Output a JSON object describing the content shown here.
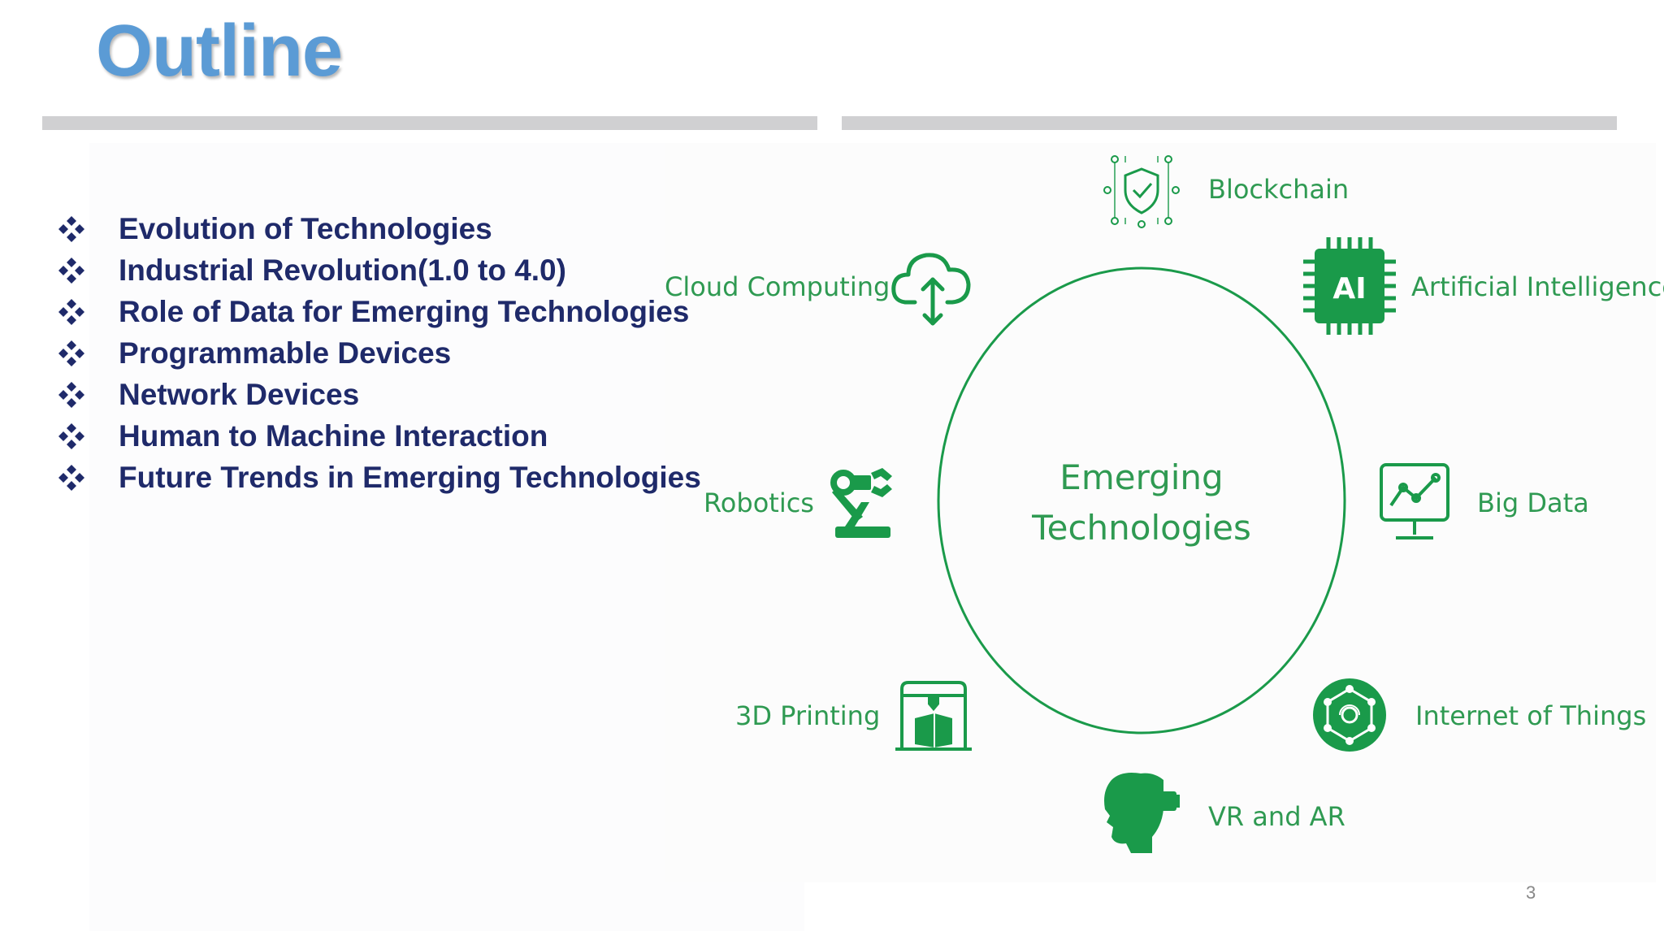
{
  "slide": {
    "title": "Outline",
    "page_number": "3"
  },
  "outline": {
    "items": [
      "Evolution of Technologies",
      "Industrial Revolution(1.0 to 4.0)",
      "Role of Data for Emerging Technologies",
      "Programmable Devices",
      "Network Devices",
      "Human to Machine Interaction",
      "Future Trends in Emerging Technologies"
    ]
  },
  "diagram": {
    "center_line1": "Emerging",
    "center_line2": "Technologies",
    "nodes": {
      "blockchain": "Blockchain",
      "ai": "Artificial Intelligence",
      "ai_chip_text": "AI",
      "big_data": "Big Data",
      "iot": "Internet of Things",
      "vr_ar": "VR and AR",
      "printing": "3D Printing",
      "robotics": "Robotics",
      "cloud": "Cloud Computing"
    },
    "icon_color": "#1a9a4a",
    "label_color": "#2f9a52"
  }
}
